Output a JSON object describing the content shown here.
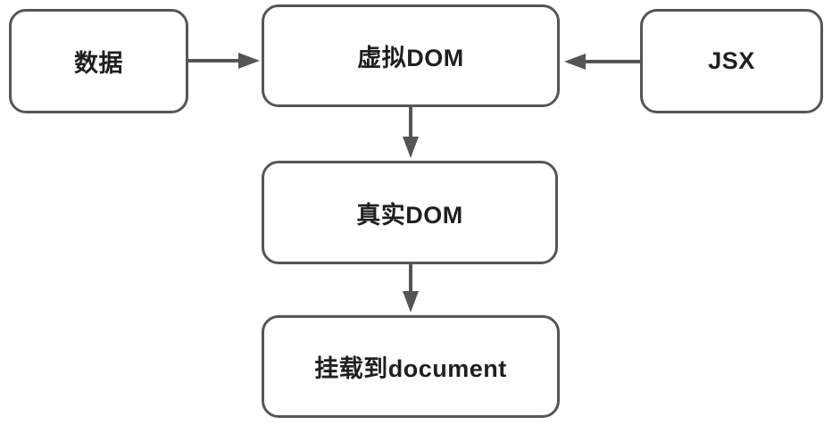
{
  "diagram": {
    "type": "flowchart",
    "background_color": "#ffffff",
    "stroke_color": "#555555",
    "text_color": "#1f1f1f",
    "nodes": [
      {
        "id": "data",
        "label": "数据"
      },
      {
        "id": "virtual-dom",
        "label": "虚拟DOM"
      },
      {
        "id": "jsx",
        "label": "JSX"
      },
      {
        "id": "real-dom",
        "label": "真实DOM"
      },
      {
        "id": "mount-to-document",
        "label": "挂载到document"
      }
    ],
    "edges": [
      {
        "from": "data",
        "to": "virtual-dom",
        "direction": "right"
      },
      {
        "from": "jsx",
        "to": "virtual-dom",
        "direction": "left"
      },
      {
        "from": "virtual-dom",
        "to": "real-dom",
        "direction": "down"
      },
      {
        "from": "real-dom",
        "to": "mount-to-document",
        "direction": "down"
      }
    ]
  }
}
